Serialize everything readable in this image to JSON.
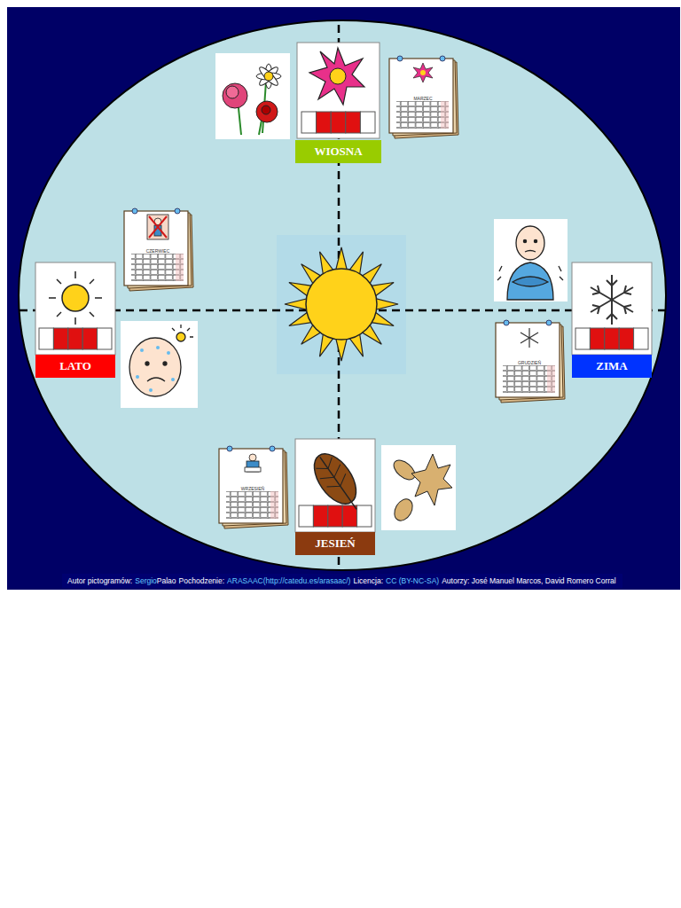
{
  "diagram": {
    "nodes": [
      {
        "text": [
          "WIOSNA"
        ]
      },
      {
        "text": [
          "LATO"
        ]
      },
      {
        "text": [
          "ZIMA"
        ]
      },
      {
        "text": [
          "JESIEŃ"
        ]
      }
    ],
    "labels": [
      "MARZEC",
      "CZERWIEC",
      "GRUDZIEŃ",
      "WRZESIEŃ",
      "Autor pictogramów:",
      "Sergio",
      "Palao",
      "Pochodzenie:",
      "ARASAAC",
      "(http://catedu.es/arasaac/)",
      "Licencja:",
      "CC (BY-NC-SA)",
      "Autorzy: José Manuel Marcos, David Romero Corral"
    ]
  }
}
